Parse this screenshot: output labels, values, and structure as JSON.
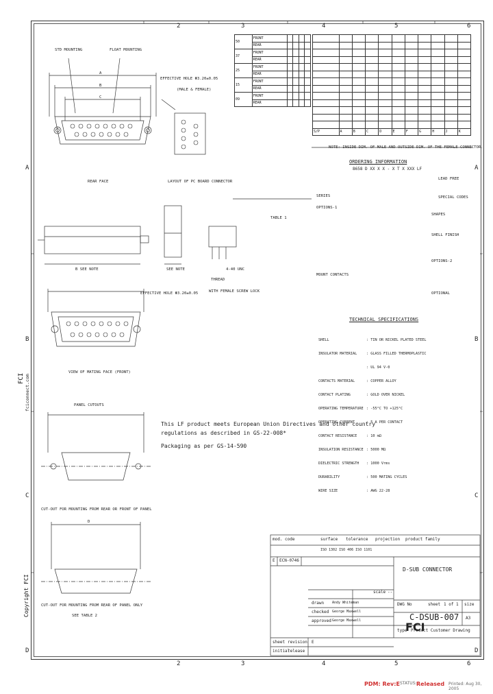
{
  "zones_top": [
    "2",
    "3",
    "4",
    "5",
    "6"
  ],
  "zones_bottom": [
    "2",
    "3",
    "4",
    "5",
    "6"
  ],
  "zones_left": [
    "A",
    "B",
    "C",
    "D"
  ],
  "zones_right": [
    "A",
    "B",
    "C",
    "D"
  ],
  "copyright": "Copyright FCI",
  "website": "fciconnect.com",
  "drawing_labels": {
    "std_mounting": "STD MOUNTING",
    "float_mounting": "FLOAT MOUNTING",
    "effective_hole": "EFFECTIVE HOLE Φ3.20±0.05",
    "male_female": "(MALE & FEMALE)",
    "rear_face": "REAR FACE",
    "layout_pc": "LAYOUT OF PC BOARD CONNECTOR",
    "table1": "TABLE 1",
    "b_see_note": "B SEE NOTE",
    "see_note": "SEE NOTE",
    "thread": "THREAD",
    "unc": "4-40 UNC",
    "with_female": "WITH FEMALE SCREW LOCK",
    "effective_hole2": "EFFECTIVE HOLE Φ3.20±0.05",
    "mating_face": "VIEW OF MATING FACE (FRONT)",
    "panel_cutouts": "PANEL CUTOUTS",
    "cutout_rear": "CUT-OUT FOR MOUNTING FROM REAR OR FRONT OF PANEL",
    "cutout_front": "CUT-OUT FOR MOUNTING FROM REAR OF PANEL ONLY",
    "see_table2": "SEE TABLE 2",
    "dim_a": "A",
    "dim_b": "B",
    "dim_c": "C",
    "dim_d": "D"
  },
  "note_mode": "NOTE: INSIDE DIM. OF MALE AND OUTSIDE DIM. OF THE FEMALE CONNECTOR.",
  "ordering": {
    "title": "ORDERING INFORMATION",
    "code": "8658 D XX X X - X T X XXX LF",
    "items": [
      "LEAD FREE",
      "SPECIAL CODES",
      "SERIES",
      "OPTIONS-1",
      "SHAPES",
      "SHELL FINISH",
      "OPTIONS-2",
      "MOUNT CONTACTS",
      "OPTIONAL"
    ]
  },
  "tech_spec": {
    "title": "TECHNICAL SPECIFICATIONS",
    "rows": [
      [
        "SHELL",
        ": TIN OR NICKEL PLATED STEEL"
      ],
      [
        "INSULATOR MATERIAL",
        ": GLASS FILLED THERMOPLASTIC"
      ],
      [
        "",
        ": UL 94 V-0"
      ],
      [
        "CONTACTS MATERIAL",
        ": COPPER ALLOY"
      ],
      [
        "CONTACT PLATING",
        ": GOLD OVER NICKEL"
      ],
      [
        "OPERATING TEMPERATURE",
        ": -55°C TO +125°C"
      ],
      [
        "OPERATING CURRENT",
        ": 5 A PER CONTACT"
      ],
      [
        "CONTACT RESISTANCE",
        ": 10 mΩ"
      ],
      [
        "INSULATION RESISTANCE",
        ": 5000 MΩ"
      ],
      [
        "DIELECTRIC STRENGTH",
        ": 1000 Vrms"
      ],
      [
        "DURABILITY",
        ": 500 MATING CYCLES"
      ],
      [
        "WIRE SIZE",
        ": AWG 22-28"
      ]
    ]
  },
  "lf_note": {
    "line1": "This LF product meets European Union Directives and other country",
    "line2": "regulations as described in GS-22-008*",
    "line3": "Packaging as per GS-14-590"
  },
  "table1": {
    "sizes": [
      "50",
      "37",
      "25",
      "15",
      "09"
    ],
    "types": [
      "FRONT",
      "REAR"
    ]
  },
  "table2": {
    "header": [
      "S/P",
      "A",
      "B",
      "C",
      "D",
      "E",
      "F",
      "G",
      "H",
      "J",
      "K"
    ]
  },
  "title_block": {
    "row_labels": [
      "mod. code",
      "surface",
      "tolerance",
      "projection",
      "product family"
    ],
    "tol_vals": "ISO 1302 ISO 406 ISO 1101",
    "title": "D-SUB CONNECTOR",
    "drawn_label": "drawn",
    "checked_label": "checked",
    "approved_label": "approved",
    "drawn_by": "Andy Whiteman",
    "checked_by": "George Maxwell",
    "approved_by": "George Maxwell",
    "scale_label": "scale",
    "scale_val": "--",
    "sheet_label": "sheet",
    "sheet_val": "1 of 1",
    "size_label": "size",
    "size_val": "A3",
    "dwg_no_label": "DWG No",
    "dwg_no": "C-DSUB-007",
    "type_label": "type",
    "type_val": "Product Customer Drawing",
    "rev": "E",
    "ecn": "ECN-0746",
    "sheet_rev_label": "sheet",
    "revision_label": "revision",
    "sheet_rev_val": "E",
    "initial": "initial",
    "release": "release",
    "logo": "FCI"
  },
  "pdm": {
    "label": "PDM: Rev:E",
    "status_label": "STATUS:",
    "status": "Released",
    "printed": "Printed: Aug 30, 2005"
  },
  "colors": {
    "pdm": "#d03030",
    "line": "#333333"
  }
}
